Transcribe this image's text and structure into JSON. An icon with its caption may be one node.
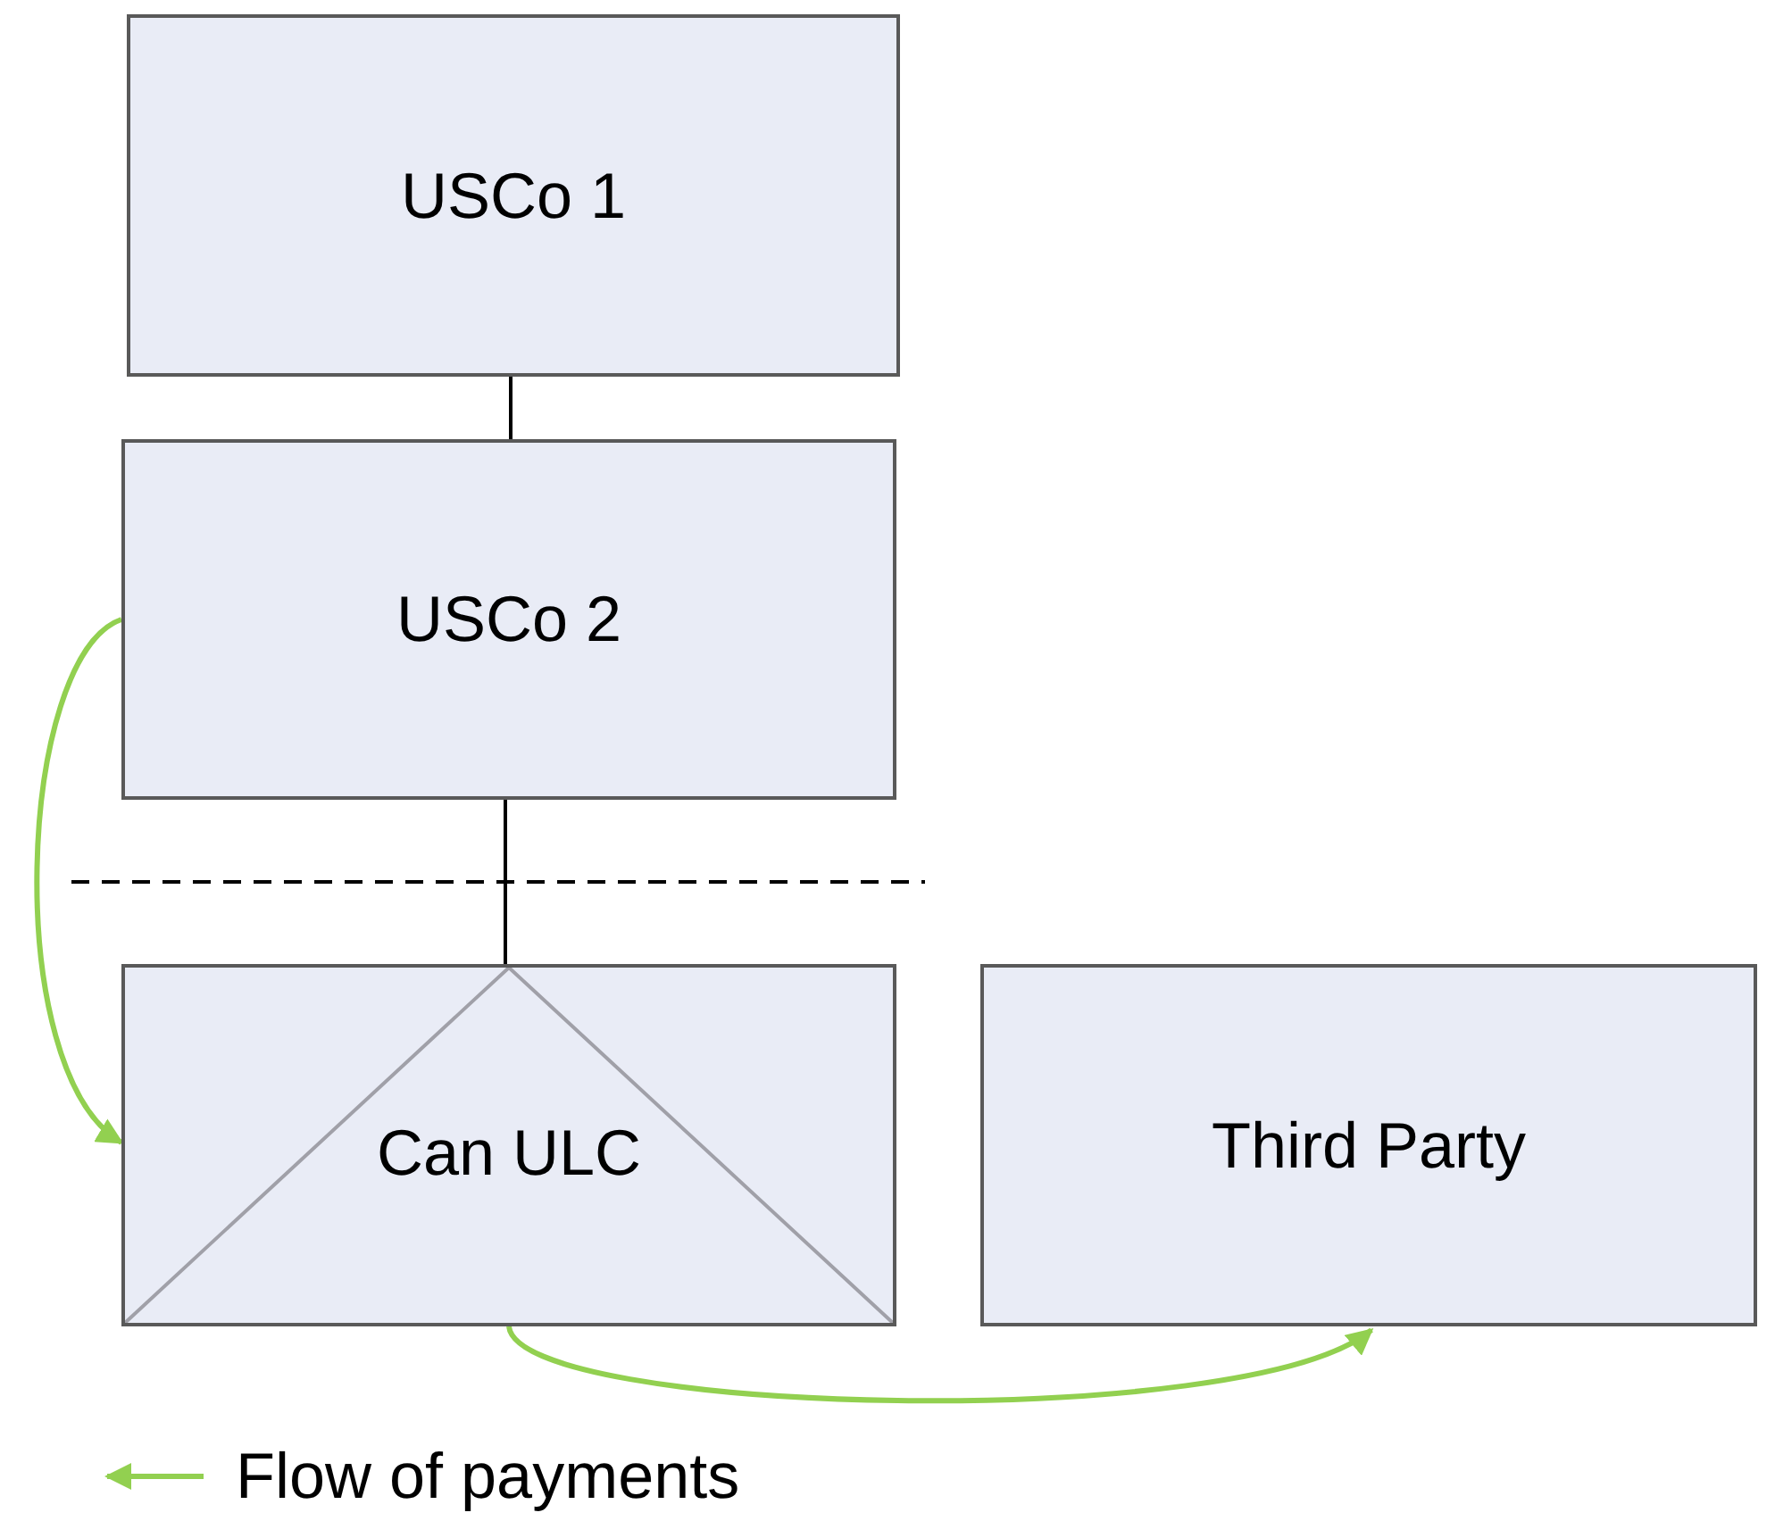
{
  "diagram": {
    "nodes": [
      {
        "text": [
          "USCo 1"
        ]
      },
      {
        "text": [
          "USCo 2"
        ]
      },
      {
        "text": [
          "Can ULC"
        ]
      },
      {
        "text": [
          "Third Party"
        ]
      }
    ],
    "edges": [
      {
        "from": 0,
        "to": 1,
        "arrow": "none"
      },
      {
        "from": 1,
        "to": 2,
        "arrow": "none"
      },
      {
        "from": 1,
        "to": 2,
        "arrow": "to",
        "color": "#92d050"
      },
      {
        "from": 2,
        "to": 3,
        "arrow": "to",
        "color": "#92d050"
      }
    ],
    "legend": [
      {
        "text": "Flow of payments"
      }
    ]
  }
}
